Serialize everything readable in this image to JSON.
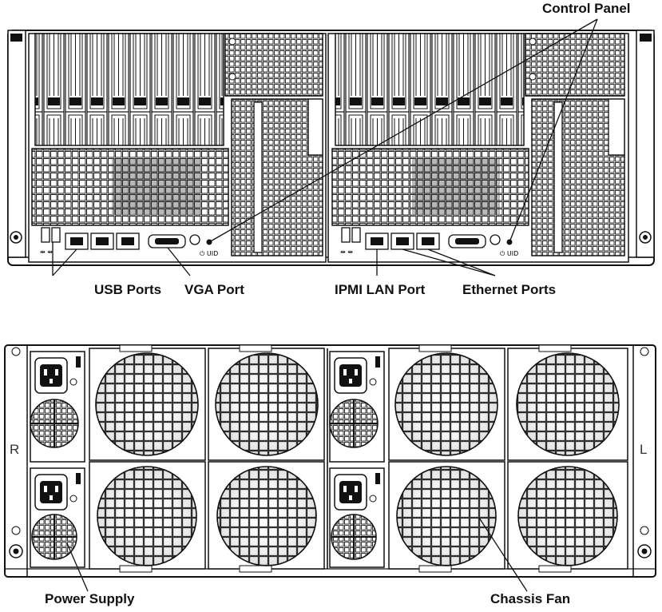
{
  "front_view": {
    "labels": {
      "control_panel": "Control Panel",
      "usb_ports": "USB Ports",
      "vga_port": "VGA Port",
      "ipmi_lan_port": "IPMI LAN Port",
      "ethernet_ports": "Ethernet Ports"
    }
  },
  "rear_view": {
    "side_left": "R",
    "side_right": "L",
    "labels": {
      "power_supply": "Power Supply",
      "chassis_fan": "Chassis Fan"
    }
  }
}
